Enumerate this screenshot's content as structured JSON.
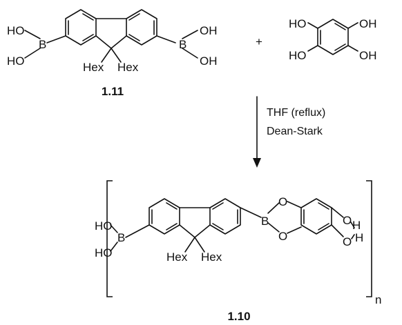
{
  "reactant1": {
    "atoms": {
      "ho_a": "HO",
      "b_left": "B",
      "ho_b": "HO",
      "b_right": "B",
      "oh_a": "OH",
      "oh_b": "OH"
    },
    "substituents": [
      "Hex",
      "Hex"
    ],
    "label": "1.11"
  },
  "plus": "+",
  "reactant2": {
    "atoms": {
      "ho_tl": "HO",
      "oh_tr": "OH",
      "ho_bl": "HO",
      "oh_br": "OH"
    }
  },
  "conditions": {
    "line1": "THF (reflux)",
    "line2": "Dean-Stark"
  },
  "product": {
    "atoms": {
      "ho_a": "HO",
      "b_left": "B",
      "ho_b": "HO",
      "b_right": "B",
      "o_ester_top": "O",
      "o_ester_bottom": "O",
      "o_right_top": "O",
      "o_right_bottom": "O",
      "h_top": "H",
      "h_bottom": "H"
    },
    "substituents": [
      "Hex",
      "Hex"
    ],
    "repeat_subscript": "n",
    "label": "1.10"
  },
  "colors": {
    "ink": "#111111",
    "background": "#ffffff"
  }
}
